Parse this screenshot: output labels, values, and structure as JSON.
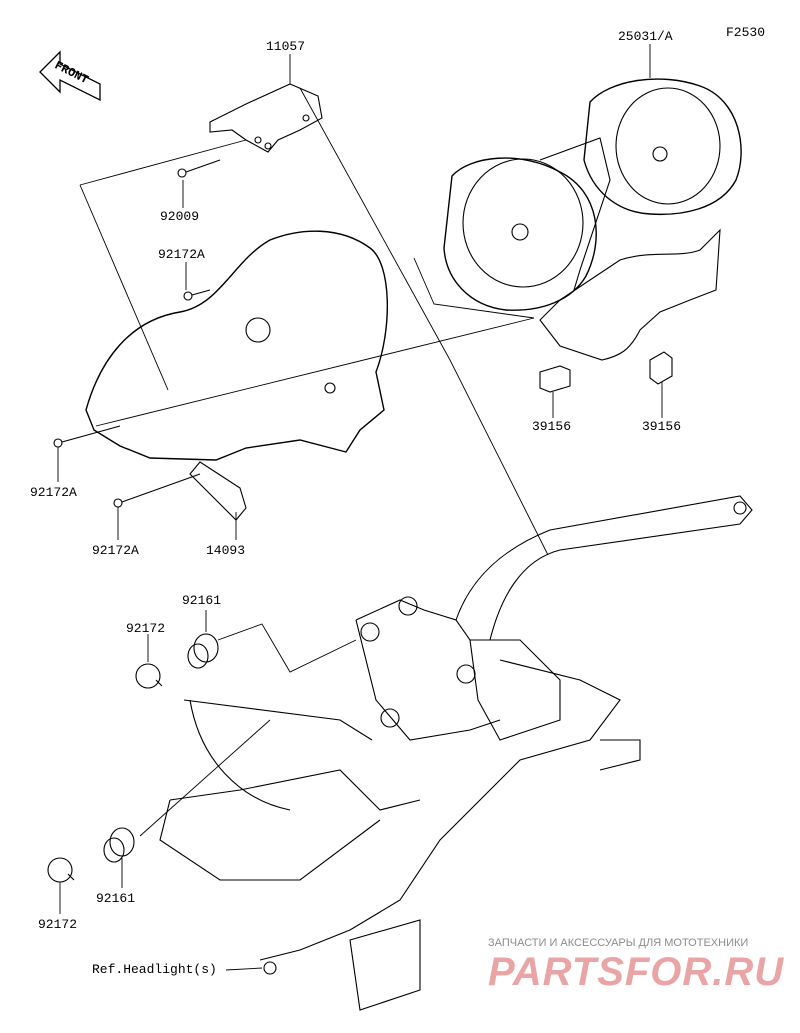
{
  "figure_code": "F2530",
  "front_label": "FRONT",
  "parts": [
    {
      "number": "11057"
    },
    {
      "number": "25031/A"
    },
    {
      "number": "92009"
    },
    {
      "number": "92172A"
    },
    {
      "number": "92172A"
    },
    {
      "number": "92172A"
    },
    {
      "number": "14093"
    },
    {
      "number": "39156"
    },
    {
      "number": "39156"
    },
    {
      "number": "92161"
    },
    {
      "number": "92172"
    },
    {
      "number": "92161"
    },
    {
      "number": "92172"
    }
  ],
  "reference_label": "Ref.Headlight(s)",
  "watermark": {
    "tagline": "ЗАПЧАСТИ И АКСЕССУАРЫ ДЛЯ МОТОТЕХНИКИ",
    "brand": "PARTSFOR.RU"
  }
}
